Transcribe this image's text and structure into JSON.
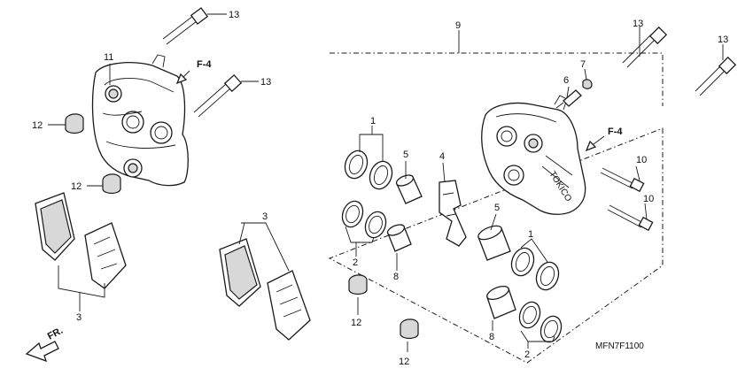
{
  "diagram": {
    "code": "MFN7F1100",
    "direction_labels": [
      "F-4",
      "F-4"
    ],
    "front_label": "FR.",
    "callouts": {
      "c1a": "1",
      "c1b": "1",
      "c2a": "2",
      "c2b": "2",
      "c3a": "3",
      "c3b": "3",
      "c4": "4",
      "c5a": "5",
      "c5b": "5",
      "c6": "6",
      "c7": "7",
      "c8a": "8",
      "c8b": "8",
      "c9": "9",
      "c10a": "10",
      "c10b": "10",
      "c11": "11",
      "c12a": "12",
      "c12b": "12",
      "c12c": "12",
      "c12d": "12",
      "c13a": "13",
      "c13b": "13",
      "c13c": "13",
      "c13d": "13"
    }
  }
}
